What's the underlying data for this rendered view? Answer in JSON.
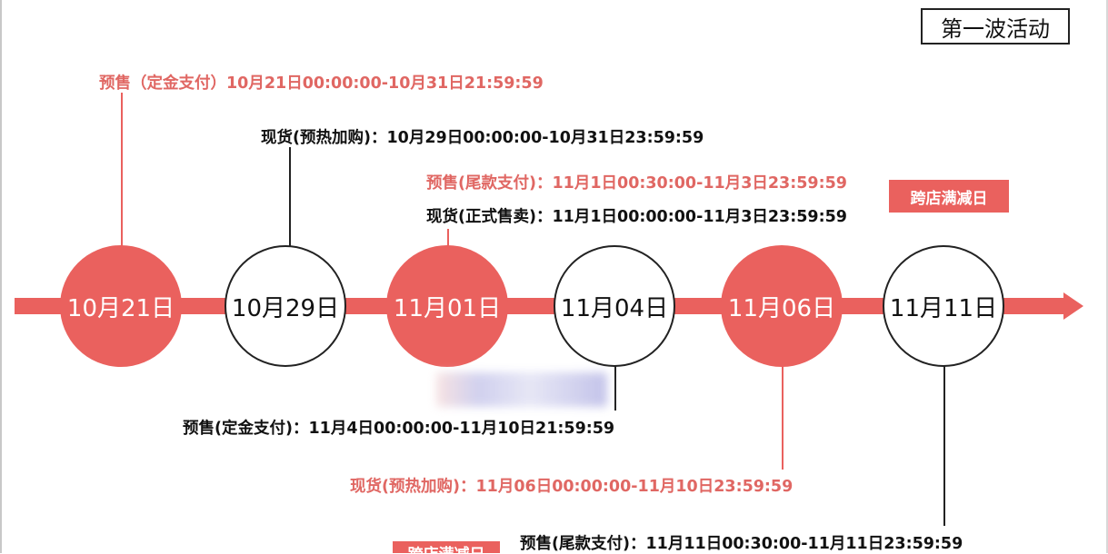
{
  "title": "第一波活动",
  "nodes": [
    {
      "id": "n1021",
      "label": "10月21日",
      "style": "filled"
    },
    {
      "id": "n1029",
      "label": "10月29日",
      "style": "outline"
    },
    {
      "id": "n1101",
      "label": "11月01日",
      "style": "filled"
    },
    {
      "id": "n1104",
      "label": "11月04日",
      "style": "outline"
    },
    {
      "id": "n1106",
      "label": "11月06日",
      "style": "filled"
    },
    {
      "id": "n1111",
      "label": "11月11日",
      "style": "outline"
    }
  ],
  "labels": {
    "presale_deposit_1021": "预售（定金支付）10月21日00:00:00-10月31日21:59:59",
    "spot_warmup_1029": "现货(预热加购)：10月29日00:00:00-10月31日23:59:59",
    "presale_balance_1101": "预售(尾款支付)：11月1日00:30:00-11月3日23:59:59",
    "spot_formal_1101": "现货(正式售卖)：11月1日00:00:00-11月3日23:59:59",
    "presale_deposit_1104": "预售(定金支付)：11月4日00:00:00-11月10日21:59:59",
    "spot_warmup_1106": "现货(预热加购)：11月06日00:00:00-11月10日23:59:59",
    "presale_balance_1111": "预售(尾款支付)：11月11日00:30:00-11月11日23:59:59"
  },
  "badges": {
    "badge1": "跨店满减日",
    "badge2": "跨店满减日"
  },
  "colors": {
    "accent": "#ea615e",
    "text_red": "#e06763",
    "text_dark": "#111111"
  }
}
